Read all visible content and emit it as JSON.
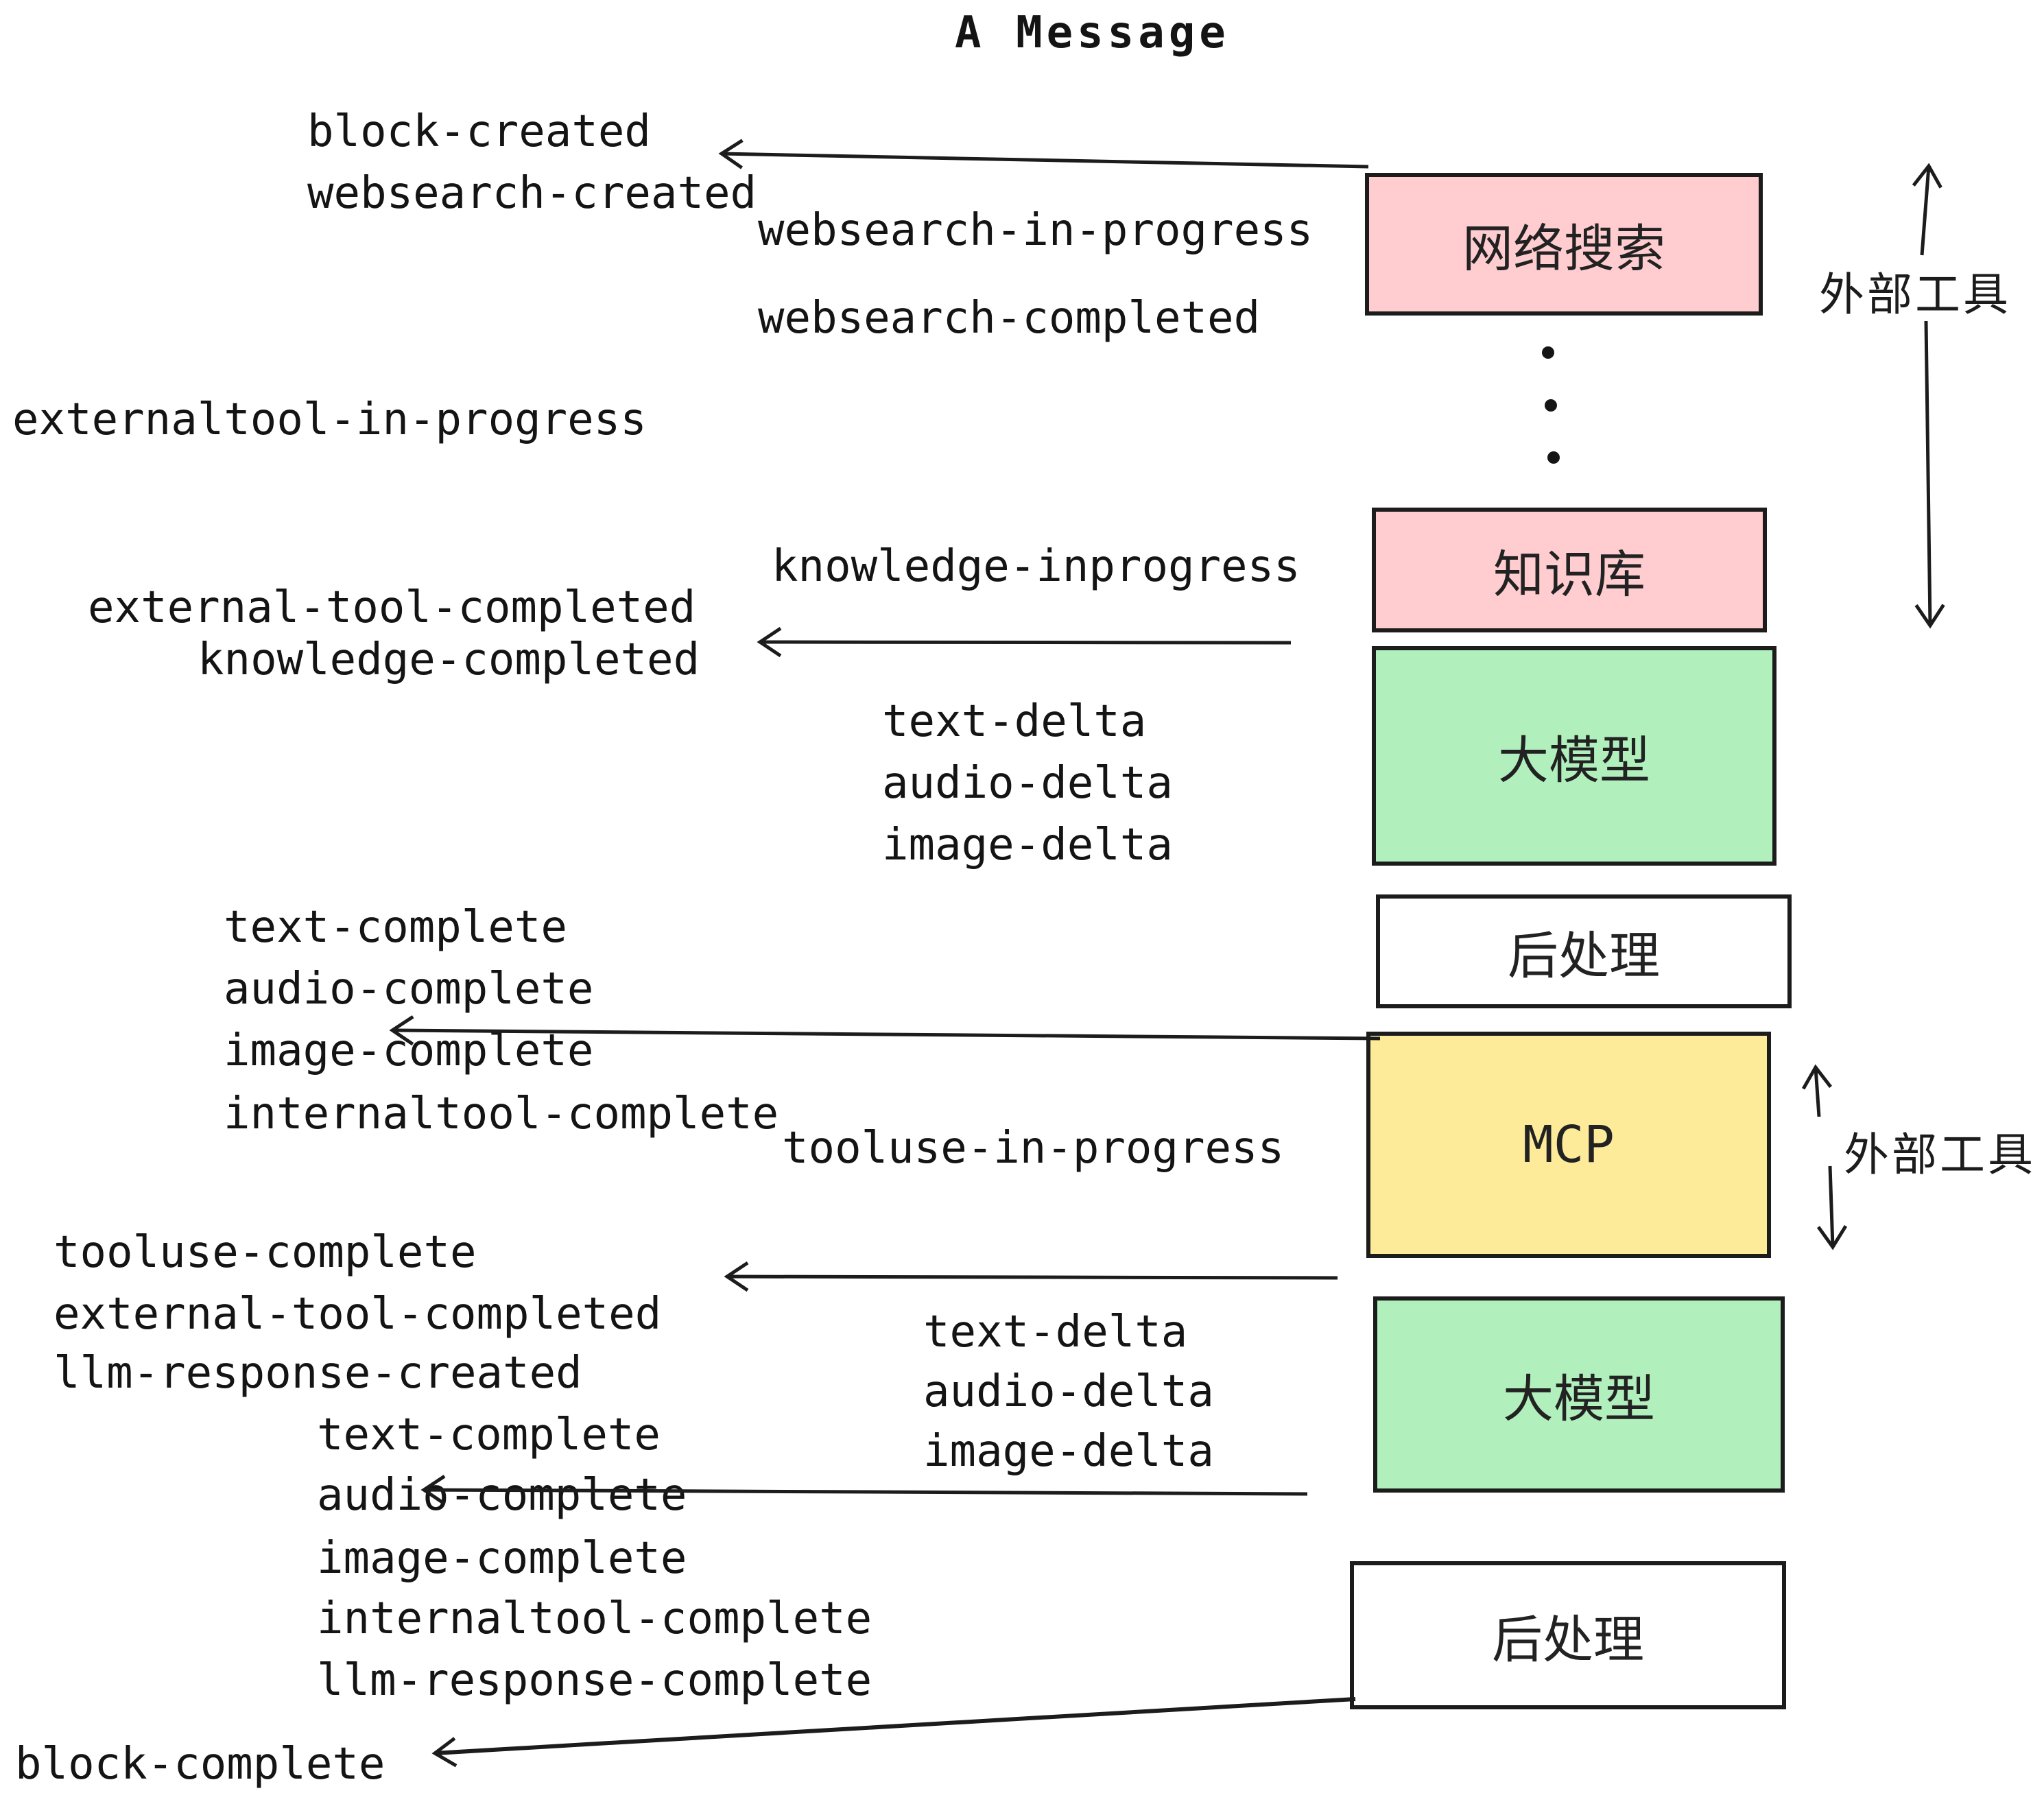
{
  "title": "A Message",
  "colors": {
    "pink": "#ffcdd0",
    "green": "#b1f0bd",
    "yellow": "#fdeb9a",
    "white": "#ffffff",
    "ink": "#1c1c1c"
  },
  "boxes": [
    {
      "id": "websearch",
      "label": "网络搜索"
    },
    {
      "id": "knowledge",
      "label": "知识库"
    },
    {
      "id": "llm-1",
      "label": "大模型"
    },
    {
      "id": "postprocess-1",
      "label": "后处理"
    },
    {
      "id": "mcp",
      "label": "MCP"
    },
    {
      "id": "llm-2",
      "label": "大模型"
    },
    {
      "id": "postprocess-2",
      "label": "后处理"
    }
  ],
  "side_labels": {
    "external_tools_top": "外部工具",
    "external_tools_bottom": "外部工具"
  },
  "events": {
    "block_created": "block-created",
    "websearch_created": "websearch-created",
    "websearch_in_progress": "websearch-in-progress",
    "websearch_completed": "websearch-completed",
    "externaltool_in_progress": "externaltool-in-progress",
    "knowledge_inprogress": "knowledge-inprogress",
    "external_tool_completed": "external-tool-completed",
    "knowledge_completed": "knowledge-completed",
    "text_delta": "text-delta",
    "audio_delta": "audio-delta",
    "image_delta": "image-delta",
    "text_complete": "text-complete",
    "audio_complete": "audio-complete",
    "image_complete": "image-complete",
    "internaltool_complete": "internaltool-complete",
    "tooluse_in_progress": "tooluse-in-progress",
    "tooluse_complete": "tooluse-complete",
    "llm_response_created": "llm-response-created",
    "llm_response_complete": "llm-response-complete",
    "block_complete": "block-complete"
  }
}
